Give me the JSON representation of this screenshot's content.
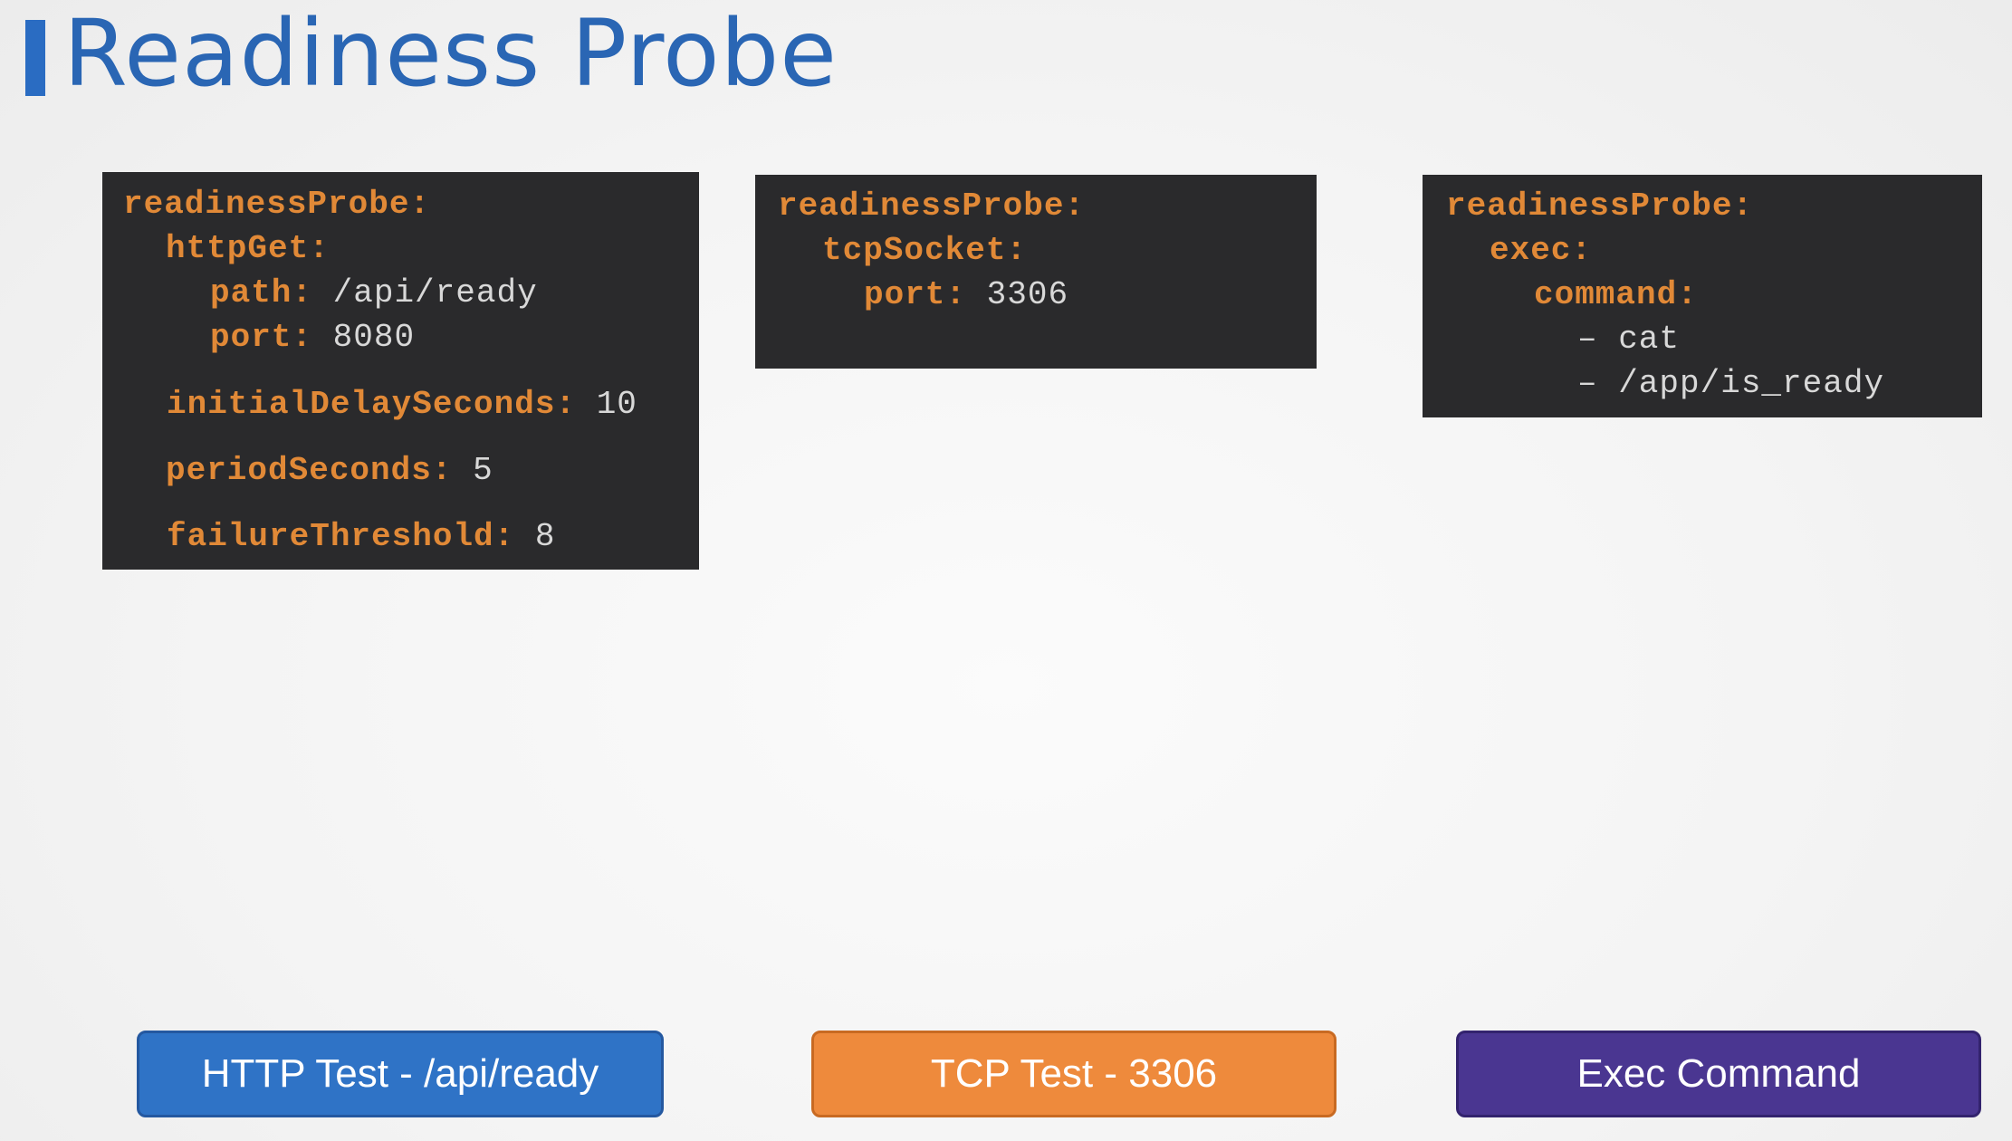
{
  "slide": {
    "title": "Readiness Probe"
  },
  "panels": {
    "http": {
      "lines": [
        {
          "key": "readinessProbe:",
          "value": ""
        },
        {
          "key": "httpGet:",
          "value": ""
        },
        {
          "key": "path:",
          "value": "/api/ready"
        },
        {
          "key": "port:",
          "value": "8080"
        },
        {
          "key": "initialDelaySeconds:",
          "value": "10"
        },
        {
          "key": "periodSeconds:",
          "value": "5"
        },
        {
          "key": "failureThreshold:",
          "value": "8"
        }
      ]
    },
    "tcp": {
      "lines": [
        {
          "key": "readinessProbe:",
          "value": ""
        },
        {
          "key": "tcpSocket:",
          "value": ""
        },
        {
          "key": "port:",
          "value": "3306"
        }
      ]
    },
    "exec": {
      "lines": [
        {
          "key": "readinessProbe:",
          "value": ""
        },
        {
          "key": "exec:",
          "value": ""
        },
        {
          "key": "command:",
          "value": ""
        },
        {
          "key": "",
          "value": "– cat"
        },
        {
          "key": "",
          "value": "– /app/is_ready"
        }
      ]
    }
  },
  "buttons": {
    "http_label": "HTTP Test - /api/ready",
    "tcp_label": "TCP Test - 3306",
    "exec_label": "Exec Command"
  },
  "colors": {
    "title": "#2a66b4",
    "code_key": "#e18937",
    "code_value": "#d8d8d8",
    "panel_bg": "#2a2a2c",
    "http_button": "#2f73c6",
    "tcp_button": "#ee8a3c",
    "exec_button": "#4a3691"
  }
}
